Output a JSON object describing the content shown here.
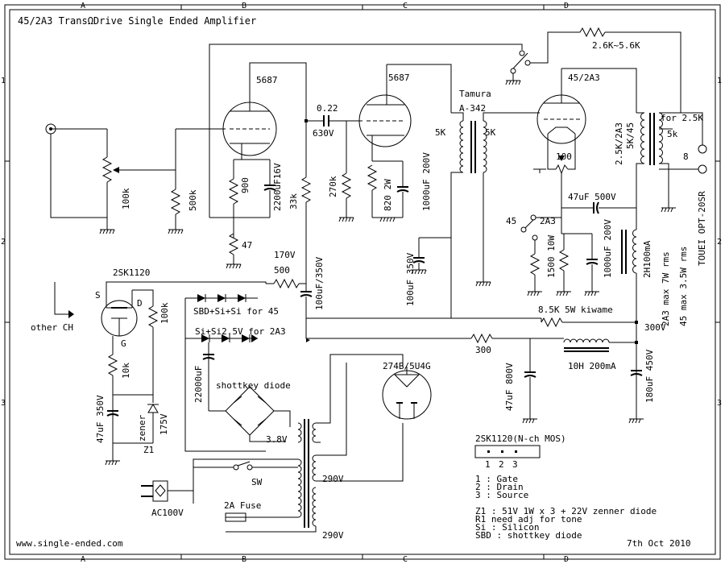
{
  "title": "45/2A3 TransΩDrive Single Ended Amplifier",
  "grid": {
    "cols": [
      "A",
      "B",
      "C",
      "D"
    ],
    "rows": [
      "1",
      "2",
      "3"
    ]
  },
  "tubes": {
    "v1": "5687",
    "v2": "5687",
    "v3": "45/2A3",
    "rect": "274B/5U4G"
  },
  "transformers": {
    "interstage_maker": "Tamura",
    "interstage_model": "A-342",
    "interstage_pri": "5K",
    "interstage_sec": "5K",
    "output_imp": "2.5K/2A3",
    "output_imp2": "5K/45",
    "output_model": "TOUEI OPT-20SR",
    "out_for": "for 2.5K",
    "out_5k": "5k",
    "out_8": "8",
    "choke2": "2H100mA",
    "choke1": "10H 200mA"
  },
  "components": {
    "volume": "100k",
    "r500k": "500k",
    "r900": "900",
    "c2200": "2200uF16V",
    "r47": "47",
    "r33k": "33k",
    "c022": "0.22",
    "c630": "630V",
    "r270k": "270k",
    "r820": "820 2W",
    "c1000": "1000uF 200V",
    "r100": "100",
    "c47_500": "47uF 500V",
    "sel45": "45",
    "sel2a3": "2A3",
    "r1500": "1500 10W",
    "c1000b": "1000uF 200V",
    "v170": "170V",
    "r500": "500",
    "c100_350": "100uF/350V",
    "c100_350b": "100uF 350V",
    "r85k": "8.5K 5W kiwame",
    "v300": "300V",
    "fb_res": "2.6K~5.6K",
    "mos": "2SK1120",
    "mos_s": "S",
    "mos_d": "D",
    "mos_g": "G",
    "other_ch": "other CH",
    "r100k_b": "100k",
    "sbd45": "SBD+Si+Si  for 45",
    "si2a3": "Si+Si2.5V  for 2A3",
    "c22000": "22000uF",
    "shottkey": "shottkey diode",
    "v38": "3.8V",
    "r10k": "10k",
    "c47_350": "47uF 350V",
    "zener": "zener",
    "z1": "Z1",
    "v175": "175V",
    "r300": "300",
    "c47_800": "47uF 800V",
    "c180_450": "180uF 450V",
    "sw": "SW",
    "v290a": "290V",
    "v290b": "290V",
    "fuse": "2A Fuse",
    "ac": "AC100V",
    "max2a3": "2A3 max 7W rms",
    "max45": "45 max 3.5W rms"
  },
  "pinout": {
    "title": "2SK1120(N-ch MOS)",
    "pins": [
      "1",
      "2",
      "3"
    ],
    "l1": "1  : Gate",
    "l2": "2  : Drain",
    "l3": "3  : Source"
  },
  "notes": {
    "n1": "Z1  : 51V 1W x 3 + 22V zenner diode",
    "n2": "R1 need adj for tone",
    "n3": "Si  : Silicon",
    "n4": "SBD : shottkey diode"
  },
  "footer": {
    "url": "www.single-ended.com",
    "date": "7th Oct 2010"
  }
}
